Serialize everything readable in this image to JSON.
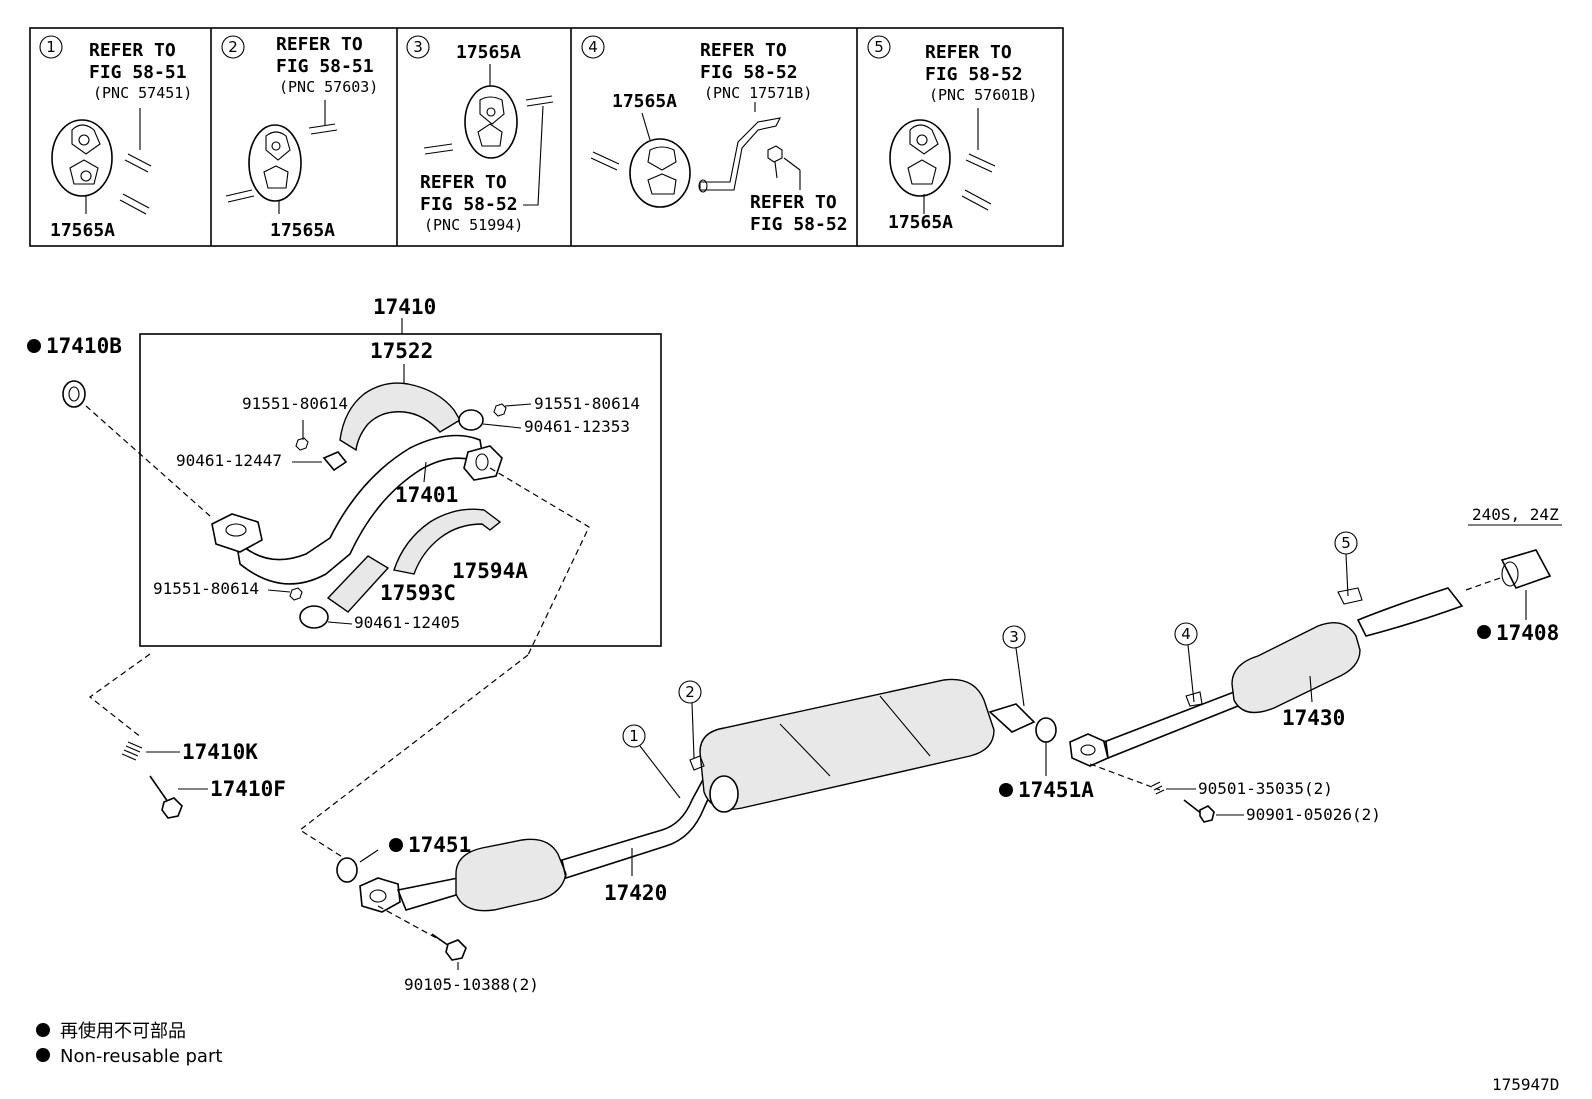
{
  "insets": [
    {
      "num": "1",
      "refer_l1": "REFER TO",
      "refer_l2": "FIG 58-51",
      "pnc": "(PNC 57451)",
      "part": "17565A"
    },
    {
      "num": "2",
      "refer_l1": "REFER TO",
      "refer_l2": "FIG 58-51",
      "pnc": "(PNC 57603)",
      "part": "17565A"
    },
    {
      "num": "3",
      "part_top": "17565A",
      "refer_l1": "REFER TO",
      "refer_l2": "FIG 58-52",
      "pnc": "(PNC 51994)"
    },
    {
      "num": "4",
      "part_top": "17565A",
      "refer_l1": "REFER TO",
      "refer_l2": "FIG 58-52",
      "pnc": "(PNC 17571B)",
      "refer2_l1": "REFER TO",
      "refer2_l2": "FIG 58-52"
    },
    {
      "num": "5",
      "refer_l1": "REFER TO",
      "refer_l2": "FIG 58-52",
      "pnc": "(PNC 57601B)",
      "part": "17565A"
    }
  ],
  "parts": {
    "p17410": "17410",
    "p17410B": "17410B",
    "p17522": "17522",
    "p91551_a": "91551-80614",
    "p91551_b": "91551-80614",
    "p91551_c": "91551-80614",
    "p90461_12353": "90461-12353",
    "p90461_12447": "90461-12447",
    "p17401": "17401",
    "p17594A": "17594A",
    "p17593C": "17593C",
    "p90461_12405": "90461-12405",
    "p17410K": "17410K",
    "p17410F": "17410F",
    "p17451": "17451",
    "p90105": "90105-10388(2)",
    "p17420": "17420",
    "p17451A": "17451A",
    "p90501": "90501-35035(2)",
    "p90901": "90901-05026(2)",
    "p17430": "17430",
    "p17408": "17408",
    "variant": "240S, 24Z"
  },
  "callouts": [
    "1",
    "2",
    "3",
    "4",
    "5"
  ],
  "legend": {
    "line1": "再使用不可部品",
    "line2": "Non-reusable part"
  },
  "figure_id": "175947D"
}
